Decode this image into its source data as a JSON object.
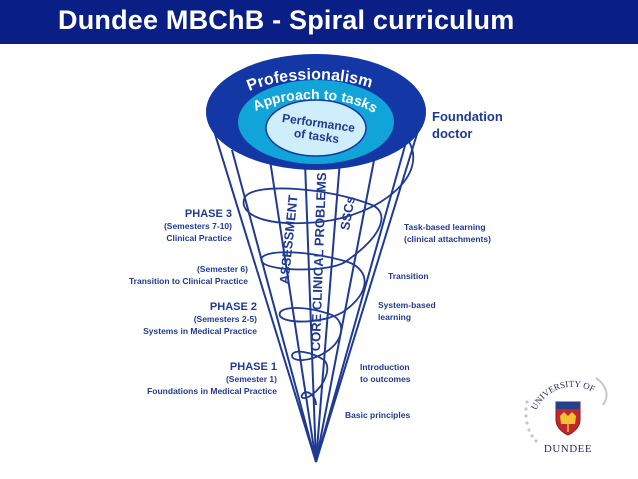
{
  "slide": {
    "title": "Dundee MBChB - Spiral curriculum"
  },
  "rings": {
    "outer": "Professionalism",
    "middle": "Approach to tasks",
    "inner_line1": "Performance",
    "inner_line2": "of tasks"
  },
  "cone_labels": {
    "assessment": "ASSESSMENT",
    "core": "CORE CLINICAL PROBLEMS",
    "sscs": "SSCs"
  },
  "left_labels": [
    {
      "heading": "PHASE 3",
      "line1": "(Semesters 7-10)",
      "line2": "Clinical Practice"
    },
    {
      "heading": "",
      "line1": "(Semester 6)",
      "line2": "Transition to Clinical Practice"
    },
    {
      "heading": "PHASE 2",
      "line1": "(Semesters 2-5)",
      "line2": "Systems in Medical Practice"
    },
    {
      "heading": "PHASE 1",
      "line1": "(Semester 1)",
      "line2": "Foundations in Medical Practice"
    }
  ],
  "right_labels": {
    "foundation_line1": "Foundation",
    "foundation_line2": "doctor",
    "task_line1": "Task-based learning",
    "task_line2": "(clinical attachments)",
    "transition": "Transition",
    "system_line1": "System-based",
    "system_line2": "learning",
    "intro_line1": "Introduction",
    "intro_line2": "to outcomes",
    "basic": "Basic principles"
  },
  "logo": {
    "university": "UNIVERSITY OF",
    "name": "DUNDEE"
  },
  "colors": {
    "title_bar": "#0a1f86",
    "outer_ring": "#1338a6",
    "middle_ring": "#10a4d8",
    "inner_disc": "#cfeefb",
    "cone_lines": "#1f3a93",
    "label_text": "#1f3a93"
  }
}
